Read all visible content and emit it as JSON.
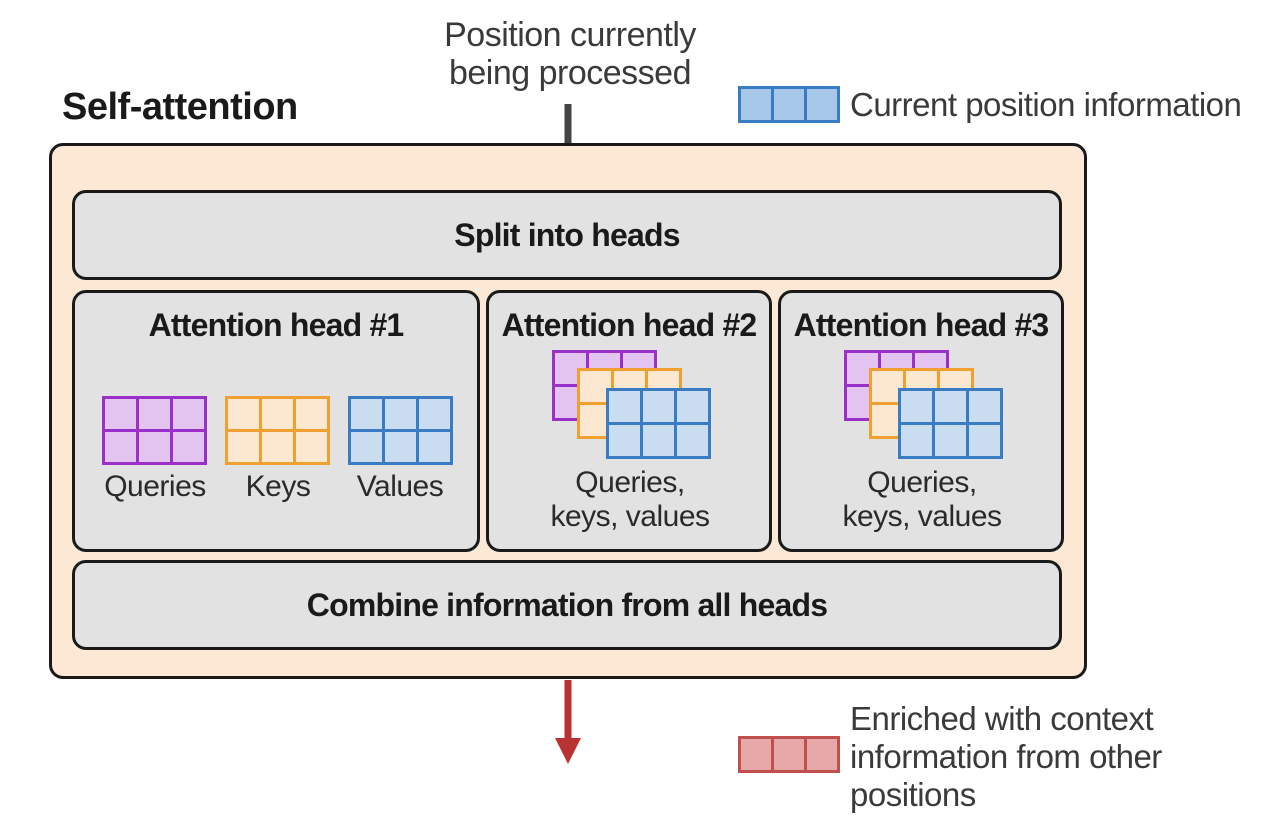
{
  "top_label": "Position currently being processed",
  "title": "Self-attention",
  "legend": {
    "current": "Current position information",
    "enriched": "Enriched with context information from other positions",
    "current_color": "#5b9bd5",
    "enriched_color": "#c0504d"
  },
  "split_label": "Split into heads",
  "combine_label": "Combine information from all heads",
  "heads": [
    {
      "label": "Attention head #1",
      "queries": "Queries",
      "keys": "Keys",
      "values": "Values"
    },
    {
      "label": "Attention head #2",
      "qkv": "Queries, keys, values"
    },
    {
      "label": "Attention head #3",
      "qkv": "Queries, keys, values"
    }
  ],
  "colors": {
    "queries": "#9b30c8",
    "keys": "#f0a030",
    "values": "#3a7cc4",
    "outer_fill": "#fce8d4",
    "box_fill": "#e2e2e2",
    "in_arrow": "#444444",
    "out_arrow": "#b83232"
  }
}
